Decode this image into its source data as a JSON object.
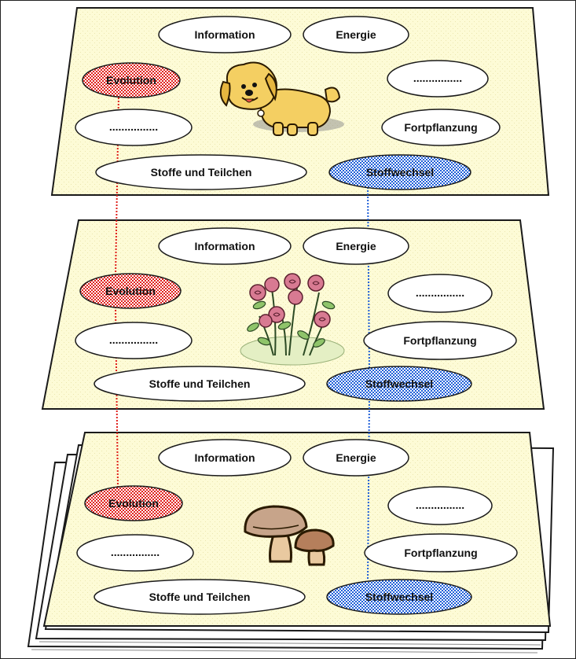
{
  "colors": {
    "plane_fill": "#fdfbd6",
    "plane_stroke": "#1a1a1a",
    "ellipse_fill": "#ffffff",
    "evolution_link": "#e0201c",
    "stoffwechsel_link": "#1f5fd8"
  },
  "planes": [
    {
      "organism_icon": "dog-icon",
      "labels": {
        "information": "Information",
        "energie": "Energie",
        "evolution": "Evolution",
        "blank_top": "................",
        "blank_left": "................",
        "fortpflanzung": "Fortpflanzung",
        "stoffe": "Stoffe und Teilchen",
        "stoffwechsel": "Stoffwechsel"
      }
    },
    {
      "organism_icon": "rose-bush-icon",
      "labels": {
        "information": "Information",
        "energie": "Energie",
        "evolution": "Evolution",
        "blank_top": "................",
        "blank_left": "................",
        "fortpflanzung": "Fortpflanzung",
        "stoffe": "Stoffe und Teilchen",
        "stoffwechsel": "Stoffwechsel"
      }
    },
    {
      "organism_icon": "mushroom-icon",
      "labels": {
        "information": "Information",
        "energie": "Energie",
        "evolution": "Evolution",
        "blank_top": "................",
        "blank_left": "................",
        "fortpflanzung": "Fortpflanzung",
        "stoffe": "Stoffe und Teilchen",
        "stoffwechsel": "Stoffwechsel"
      }
    }
  ]
}
